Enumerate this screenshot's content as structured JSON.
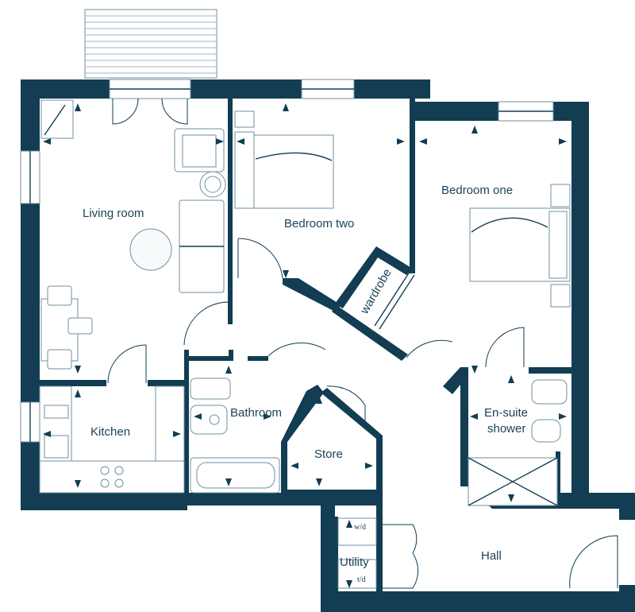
{
  "rooms": {
    "living_room": "Living  room",
    "bedroom_two": "Bedroom two",
    "bedroom_one": "Bedroom one",
    "wardrobe": "wardrobe",
    "kitchen": "Kitchen",
    "bathroom": "Bathroom",
    "store": "Store",
    "en_suite_line1": "En-suite",
    "en_suite_line2": "shower",
    "hall": "Hall",
    "utility": "Utility"
  },
  "appliances": {
    "washer_dryer": "w/d",
    "tumble_dryer": "t/d"
  },
  "colors": {
    "wall": "#123d52",
    "furniture_stroke": "#6f8fa0",
    "text": "#1d4257"
  }
}
